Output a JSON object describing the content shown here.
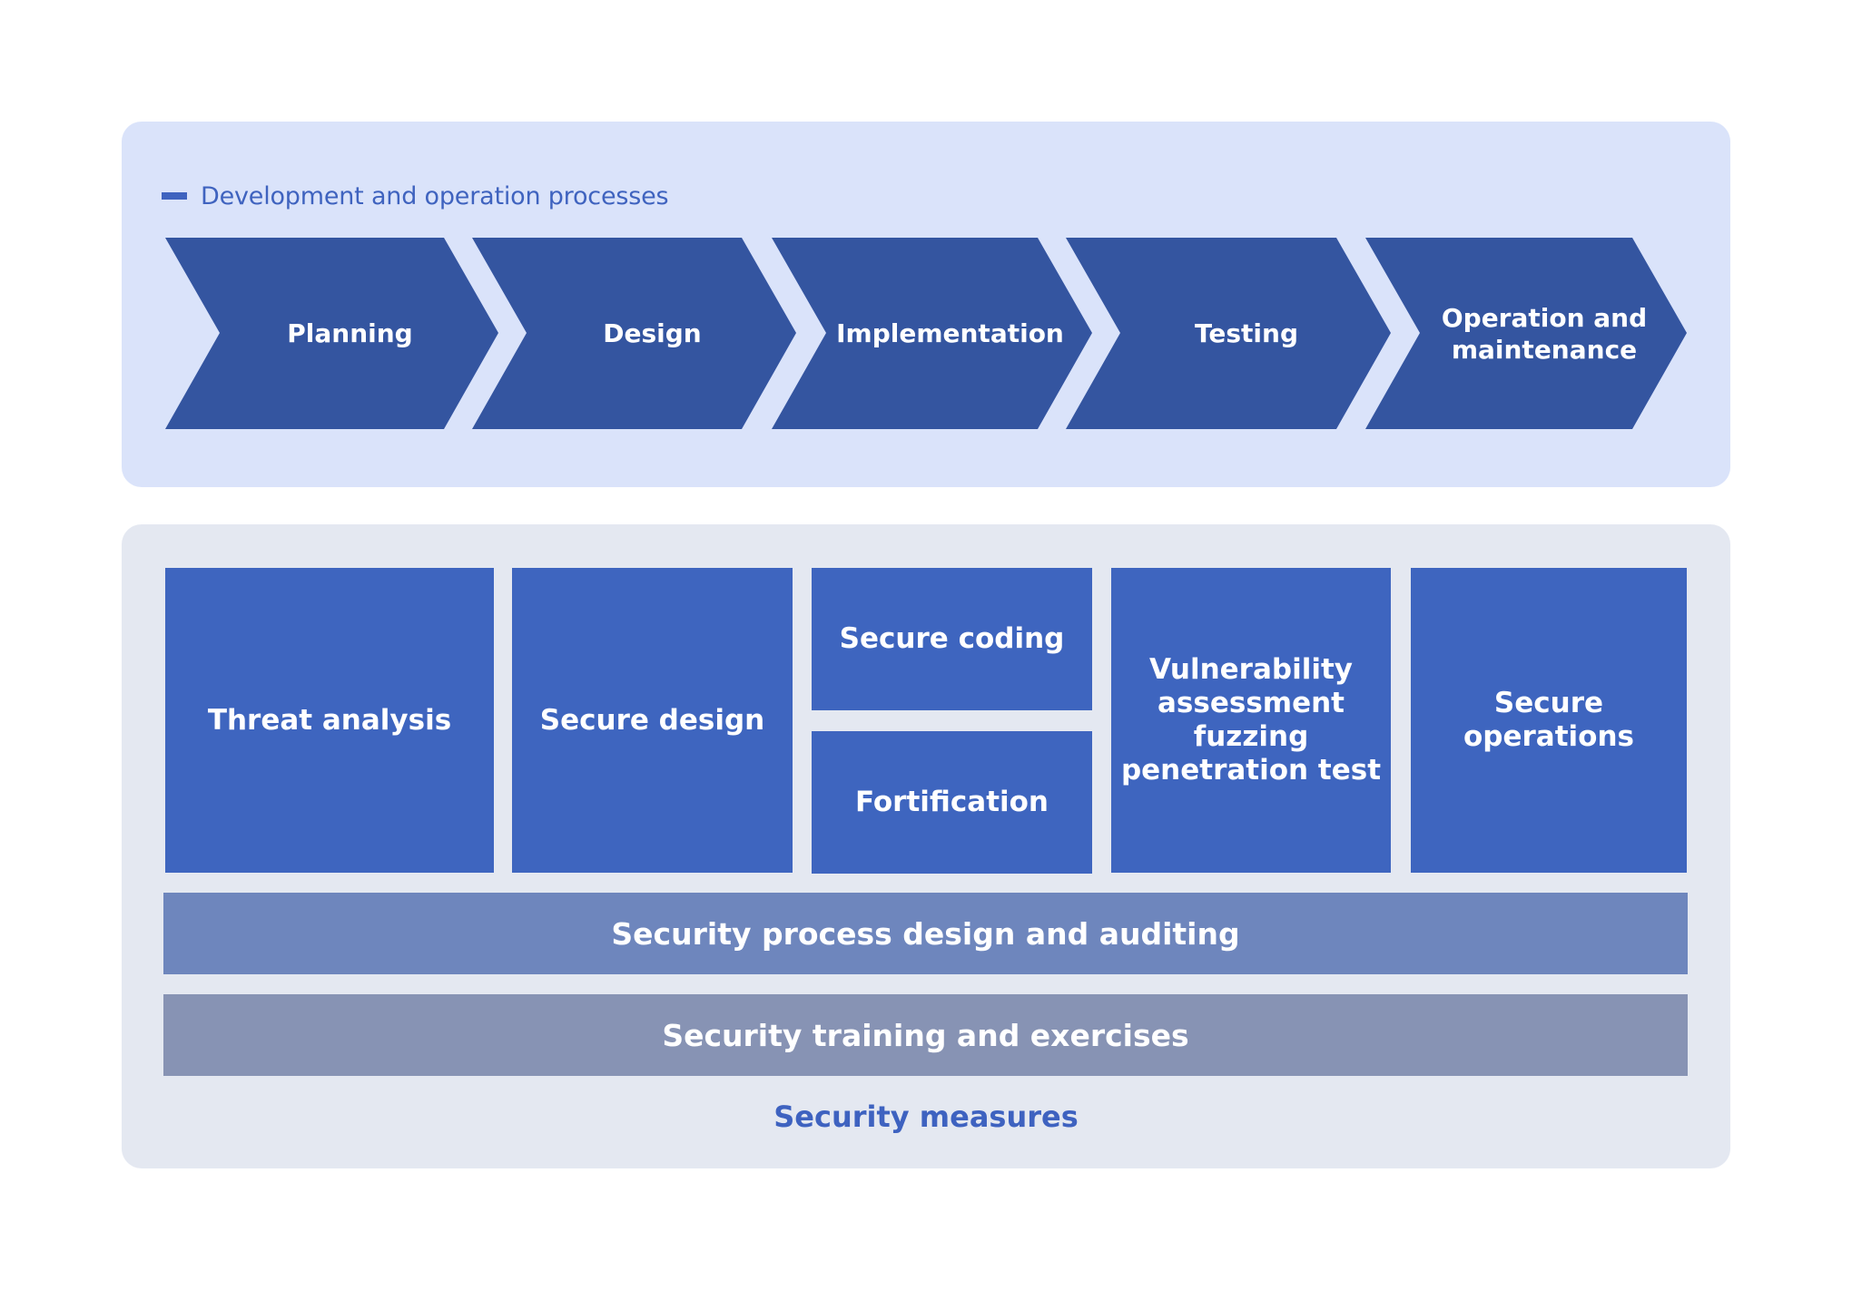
{
  "colors": {
    "process_panel_bg": "#DAE3FA",
    "measures_panel_bg": "#E4E8F1",
    "chevron_fill": "#3455A0",
    "measure_box_fill": "#3E65BF",
    "process_bar_fill": "#6E86BD",
    "training_bar_fill": "#8793B4",
    "accent_text": "#3E62C0"
  },
  "process": {
    "legend_label": "Development and operation processes",
    "steps": [
      {
        "label": "Planning"
      },
      {
        "label": "Design"
      },
      {
        "label": "Implementation"
      },
      {
        "label": "Testing"
      },
      {
        "label": "Operation and\nmaintenance"
      }
    ]
  },
  "measures": {
    "title": "Security measures",
    "boxes": {
      "threat_analysis": "Threat analysis",
      "secure_design": "Secure design",
      "secure_coding": "Secure coding",
      "fortification": "Fortification",
      "vulnerability": "Vulnerability\nassessment\nfuzzing\npenetration test",
      "secure_operations": "Secure\noperations"
    },
    "bars": {
      "process_design": "Security process design and auditing",
      "training": "Security training and exercises"
    }
  }
}
